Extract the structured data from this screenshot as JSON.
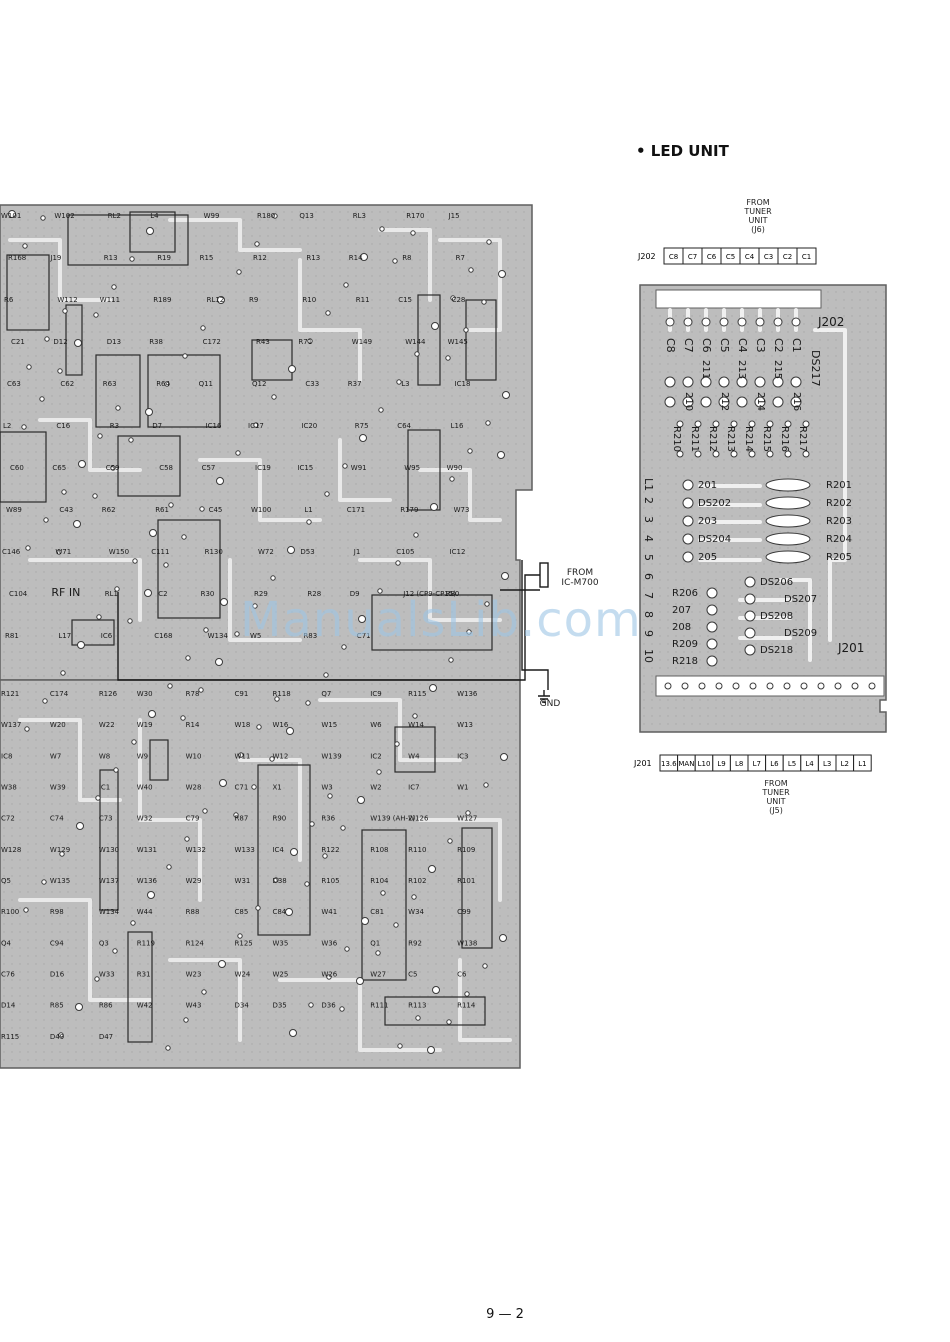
{
  "section_title": "• LED UNIT",
  "page_number": "9 — 2",
  "watermark": "ManualsLib.com",
  "from_tuner_top": [
    "FROM",
    "TUNER",
    "UNIT",
    "(J6)"
  ],
  "from_tuner_bottom": [
    "FROM",
    "TUNER",
    "UNIT",
    "(J5)"
  ],
  "from_ic": [
    "FROM",
    "IC-M700"
  ],
  "gnd_label": "GND",
  "connectors": {
    "top": {
      "label": "J202",
      "pins": [
        "C8",
        "C7",
        "C6",
        "C5",
        "C4",
        "C3",
        "C2",
        "C1"
      ]
    },
    "bottom": {
      "label": "J201",
      "pins": [
        "13.6",
        "MAN",
        "L10",
        "L9",
        "L8",
        "L7",
        "L6",
        "L5",
        "L4",
        "L3",
        "L2",
        "L1"
      ]
    }
  },
  "led_board": {
    "j202": "J202",
    "j201": "J201",
    "ds217": "DS217",
    "caps_vertical": [
      "C8",
      "C7",
      "C6",
      "C5",
      "C4",
      "C3",
      "C2",
      "C1"
    ],
    "sub_labels": [
      "211",
      "213",
      "215"
    ],
    "row_labels": [
      "210",
      "212",
      "214",
      "216"
    ],
    "resistors_vertical": [
      "R210",
      "R211",
      "R212",
      "R213",
      "R214",
      "R215",
      "R216",
      "R217"
    ],
    "l_column": [
      "L1",
      "2",
      "3",
      "4",
      "5",
      "6",
      "7",
      "8",
      "9",
      "10"
    ],
    "left_items": [
      "201",
      "DS202",
      "203",
      "DS204",
      "205"
    ],
    "right_items": [
      "R201",
      "R202",
      "R203",
      "R204",
      "R205"
    ],
    "lower_left": [
      "R206",
      "207",
      "208",
      "R209",
      "R218"
    ],
    "lower_right": [
      "DS206",
      "DS207",
      "DS208",
      "DS209",
      "DS218"
    ]
  },
  "main_board": {
    "upper_labels": [
      "W101",
      "W102",
      "RL2",
      "L4",
      "W99",
      "R180",
      "Q13",
      "RL3",
      "R170",
      "J15",
      "R168",
      "J19",
      "R13",
      "R19",
      "R15",
      "R12",
      "R13",
      "R14",
      "R8",
      "R7",
      "R6",
      "W112",
      "W111",
      "R189",
      "RL12",
      "R9",
      "R10",
      "R11",
      "C15",
      "C28",
      "C21",
      "D12",
      "D13",
      "R38",
      "C172",
      "R43",
      "R71",
      "W149",
      "W144",
      "W145",
      "C63",
      "C62",
      "R63",
      "R64",
      "Q11",
      "Q12",
      "C33",
      "R37",
      "L3",
      "IC18",
      "L2",
      "C16",
      "R3",
      "D7",
      "IC16",
      "IC17",
      "IC20",
      "R75",
      "C64",
      "L16",
      "C60",
      "C65",
      "C59",
      "C58",
      "C57",
      "IC19",
      "IC15",
      "W91",
      "W95",
      "W90",
      "W89",
      "C43",
      "R62",
      "R61",
      "C45",
      "W100",
      "L1",
      "C171",
      "R179",
      "W73",
      "C146",
      "W71",
      "W150",
      "C111",
      "R130",
      "W72",
      "D53",
      "J1",
      "C105",
      "IC12",
      "C104",
      "RF IN",
      "RL1",
      "C2",
      "R30",
      "R29",
      "R28",
      "D9",
      "J12 (CP9-CP15)",
      "R80",
      "R81",
      "L17",
      "IC6",
      "C168",
      "W134",
      "W5",
      "R83",
      "C71"
    ],
    "lower_labels": [
      "R121",
      "C174",
      "R126",
      "W30",
      "R78",
      "C91",
      "R118",
      "Q7",
      "IC9",
      "R115",
      "W136",
      "W137",
      "W20",
      "W22",
      "W19",
      "R14",
      "W18",
      "W16",
      "W15",
      "W6",
      "W14",
      "W13",
      "IC8",
      "W7",
      "W8",
      "W9",
      "W10",
      "W11",
      "W12",
      "W139",
      "IC2",
      "W4",
      "IC3",
      "W38",
      "W39",
      "IC1",
      "W40",
      "W28",
      "C71",
      "X1",
      "W3",
      "W2",
      "IC7",
      "W1",
      "C72",
      "C74",
      "C73",
      "W32",
      "C79",
      "R87",
      "R90",
      "R36",
      "W139 (AH-2)",
      "W126",
      "W127",
      "W128",
      "W129",
      "W130",
      "W131",
      "W132",
      "W133",
      "IC4",
      "R122",
      "R108",
      "R110",
      "R109",
      "Q5",
      "W135",
      "W137",
      "W136",
      "W29",
      "W31",
      "D38",
      "R105",
      "R104",
      "R102",
      "R101",
      "R100",
      "R98",
      "W134",
      "W44",
      "R88",
      "C85",
      "C84",
      "W41",
      "C81",
      "W34",
      "C99",
      "Q4",
      "C94",
      "Q3",
      "R119",
      "R124",
      "R125",
      "W35",
      "W36",
      "Q1",
      "R92",
      "W138",
      "C76",
      "D16",
      "W33",
      "R31",
      "W23",
      "W24",
      "W25",
      "W26",
      "W27",
      "C5",
      "C6",
      "D14",
      "R85",
      "R86",
      "W42",
      "W43",
      "D34",
      "D35",
      "D36",
      "R111",
      "R113",
      "R114",
      "R115",
      "D49",
      "D47"
    ]
  }
}
